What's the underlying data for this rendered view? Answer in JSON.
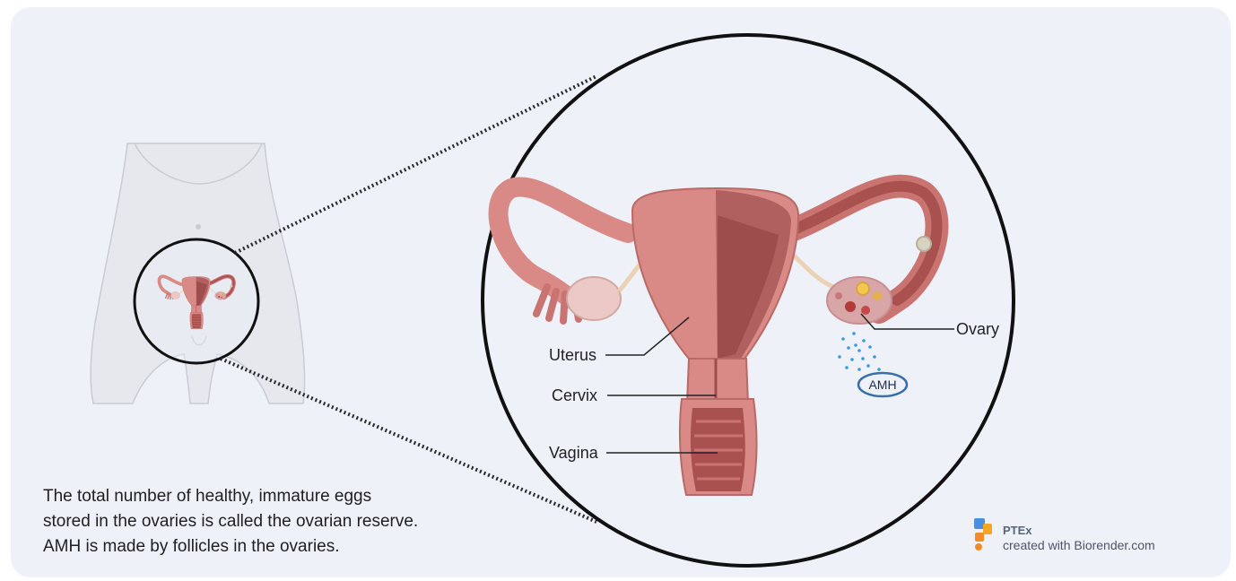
{
  "caption": {
    "line1": "The total number of healthy, immature eggs",
    "line2": "stored in the ovaries is called the ovarian reserve.",
    "line3": "AMH is made by follicles in the ovaries."
  },
  "labels": {
    "uterus": "Uterus",
    "cervix": "Cervix",
    "vagina": "Vagina",
    "ovary": "Ovary",
    "amh": "AMH"
  },
  "credit": {
    "name": "PTEx",
    "subtitle": "created with Biorender.com"
  },
  "colors": {
    "background": "#eef1f8",
    "tissue": "#d98a86",
    "tissue_dark": "#b0605e",
    "hormone_dots": "#3a9ad9",
    "amh_outline": "#3a6ea8"
  }
}
